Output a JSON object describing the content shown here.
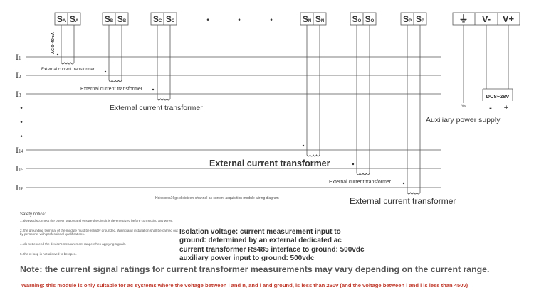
{
  "terminals": [
    {
      "id": "A",
      "sub": "A"
    },
    {
      "id": "B",
      "sub": "B"
    },
    {
      "id": "C",
      "sub": "C"
    },
    {
      "id": "N",
      "sub": "N"
    },
    {
      "id": "O",
      "sub": "O"
    },
    {
      "id": "P",
      "sub": "P"
    }
  ],
  "terminal_symbol": "S",
  "ellipsis_dots": "•",
  "ac_range_label": "AC 0~40mA",
  "power_terminals": {
    "ground": "⏚",
    "vminus": "V-",
    "vplus": "V+"
  },
  "dc_label": "DC8~28V",
  "polarity": {
    "minus": "-",
    "plus": "+"
  },
  "ground_small_label": "Yes",
  "aux_label": "Auxiliary power supply",
  "currents": {
    "i1": "I",
    "i1_sub": "1",
    "i2": "I",
    "i2_sub": "2",
    "i3": "I",
    "i3_sub": "3",
    "i14": "I",
    "i14_sub": "14",
    "i15": "I",
    "i15_sub": "15",
    "i16": "I",
    "i16_sub": "16"
  },
  "ct_label": "External current transformer",
  "caption": "Hdxxxxxa16gk-d sixteen-channel ac current acquisition module wiring diagram",
  "safety": {
    "title": "Safety notice:",
    "items": [
      "1.always disconnect the power supply and ensure the circuit is de-energized before connecting any wires.",
      "2. the grounding terminal of the module must be reliably grounded. Wiring and installation shall be carried out by personnel with professional qualifications.",
      "4. do not exceed the device's measurement range when applying signals.",
      "5. the ct loop is not allowed to be open."
    ]
  },
  "isolation": "Isolation voltage: current measurement input to ground: determined by an external dedicated ac current transformer Rs485 interface to ground: 500vdc auxiliary power input to ground: 500vdc",
  "note": "Note: the current signal ratings for current transformer measurements may vary depending on the current range.",
  "warning": "Warning: this module is only suitable for ac systems where the voltage between l and n, and l and ground, is less than 260v (and the voltage between l and l is less than 450v)",
  "colors": {
    "line": "#555555",
    "text": "#333333",
    "warning": "#c0392b"
  }
}
